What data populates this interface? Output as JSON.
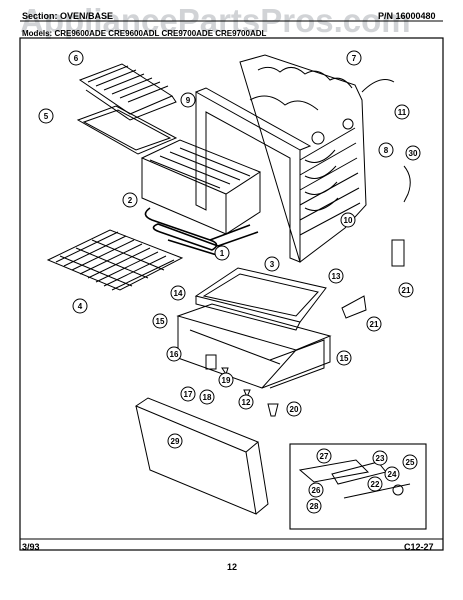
{
  "header": {
    "section": "Section: OVEN/BASE",
    "part_number": "P/N 16000480",
    "models": "Models: CRE9600ADE  CRE9600ADL  CRE9700ADE  CRE9700ADL"
  },
  "watermark": "AppliancePartsPros.com",
  "footer": {
    "date": "3/93",
    "diagram_code": "C12-27",
    "page_number": "12"
  },
  "callouts": [
    "1",
    "2",
    "3",
    "4",
    "5",
    "6",
    "7",
    "8",
    "9",
    "10",
    "11",
    "12",
    "13",
    "14",
    "15",
    "15",
    "16",
    "17",
    "18",
    "19",
    "20",
    "21",
    "21",
    "22",
    "23",
    "24",
    "25",
    "26",
    "27",
    "28",
    "29",
    "30"
  ]
}
